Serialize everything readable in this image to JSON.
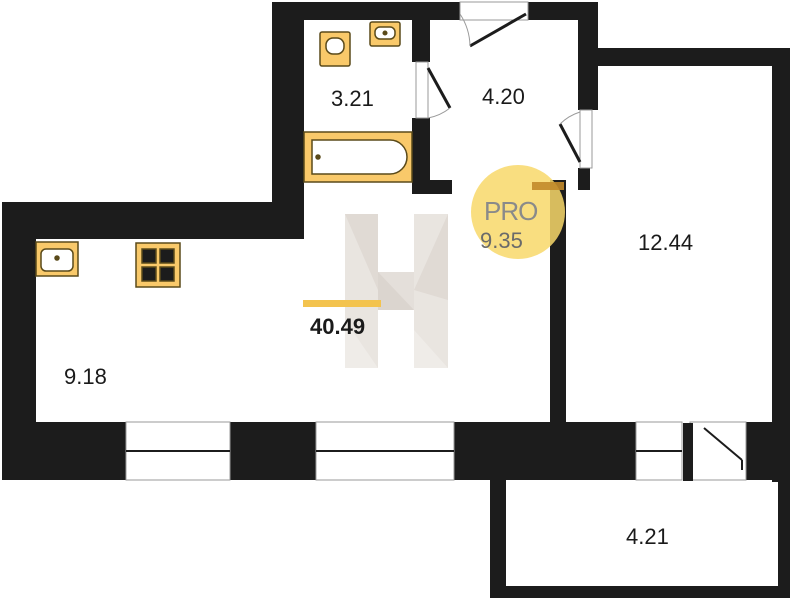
{
  "colors": {
    "wall": "#1c1c1c",
    "fixture_fill": "#f9c96a",
    "fixture_stroke": "#5a4a1a",
    "badge": "#f8d86a",
    "badge_accent": "#c28a2a",
    "total_bar": "#f3c34e",
    "watermark": "#d9d3cc"
  },
  "rooms": {
    "bathroom_area": "3.21",
    "hall_area": "4.20",
    "kitchen_area": "9.18",
    "center_area": "9.35",
    "bedroom_area": "12.44",
    "balcony_area": "4.21"
  },
  "total_area": "40.49",
  "badge": {
    "text": "PRO"
  },
  "icons": [
    "toilet-icon",
    "bathroom-sink-icon",
    "bathtub-icon",
    "kitchen-sink-icon",
    "stove-icon",
    "logo-watermark-icon"
  ]
}
